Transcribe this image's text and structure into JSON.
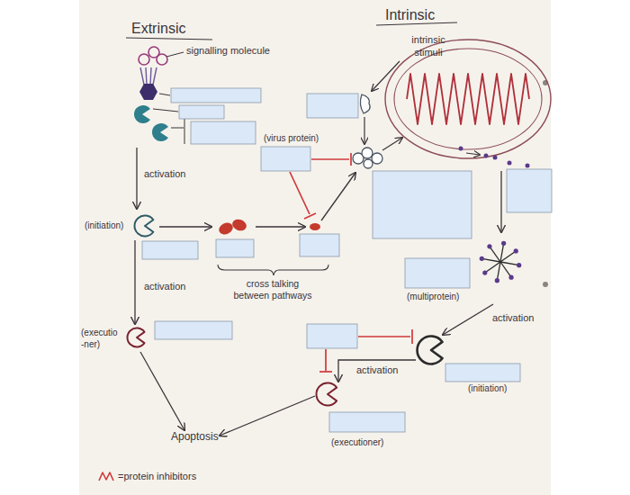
{
  "diagram": {
    "nodes": [
      {
        "text": [
          "(initiation)"
        ]
      },
      {
        "text": [
          "(multiprotein)"
        ]
      },
      {
        "text": [
          "(executio -ner)"
        ]
      },
      {
        "text": [
          "(initiation)"
        ]
      },
      {
        "text": [
          "(executioner)"
        ]
      },
      {
        "text": [
          "Apoptosis"
        ]
      }
    ],
    "edges": [
      {
        "from": 0,
        "to": 2,
        "arrow": "to",
        "label": "activation"
      },
      {
        "from": 1,
        "to": 3,
        "arrow": "to",
        "label": "activation"
      },
      {
        "from": 3,
        "to": 4,
        "arrow": "to",
        "label": "activation"
      },
      {
        "from": 2,
        "to": 5,
        "arrow": "to"
      },
      {
        "from": 4,
        "to": 5,
        "arrow": "to"
      }
    ],
    "labels": [
      "Extrinsic",
      "Intrinsic",
      "signalling molecule",
      "intrinsic stimuli",
      "(virus protein)",
      "activation",
      "cross talking between pathways"
    ],
    "legend": [
      {
        "text": "=protein inhibitors"
      }
    ]
  }
}
